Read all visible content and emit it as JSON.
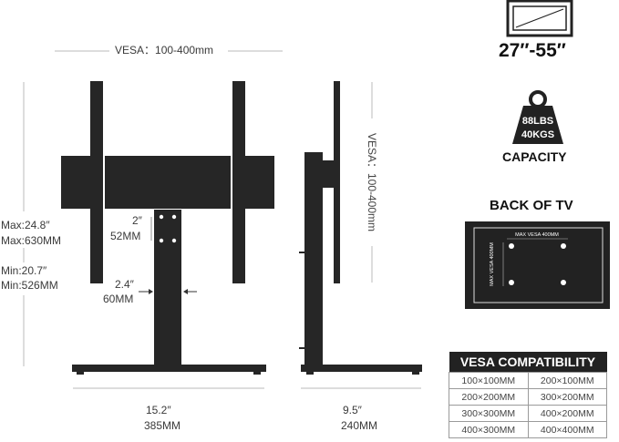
{
  "dimensions": {
    "vesa_top": "VESA：100-400mm",
    "vesa_side": "VESA：100-400mm",
    "max_in": "Max:24.8″",
    "max_mm": "Max:630MM",
    "min_in": "Min:20.7″",
    "min_mm": "Min:526MM",
    "hole_in": "2″",
    "hole_mm": "52MM",
    "post_in": "2.4″",
    "post_mm": "60MM",
    "base_w_in": "15.2″",
    "base_w_mm": "385MM",
    "base_d_in": "9.5″",
    "base_d_mm": "240MM"
  },
  "specs": {
    "screen_size": "27″-55″",
    "weight_lbs": "88LBS",
    "weight_kgs": "40KGS",
    "capacity_label": "CAPACITY",
    "back_of_tv_label": "BACK OF TV",
    "max_vesa_h": "MAX VESA 400MM",
    "max_vesa_v": "MAX VESA 400MM"
  },
  "vesa_table": {
    "title": "VESA COMPATIBILITY",
    "rows": [
      [
        "100×100MM",
        "200×100MM"
      ],
      [
        "200×200MM",
        "300×200MM"
      ],
      [
        "300×300MM",
        "400×200MM"
      ],
      [
        "400×300MM",
        "400×400MM"
      ]
    ]
  }
}
